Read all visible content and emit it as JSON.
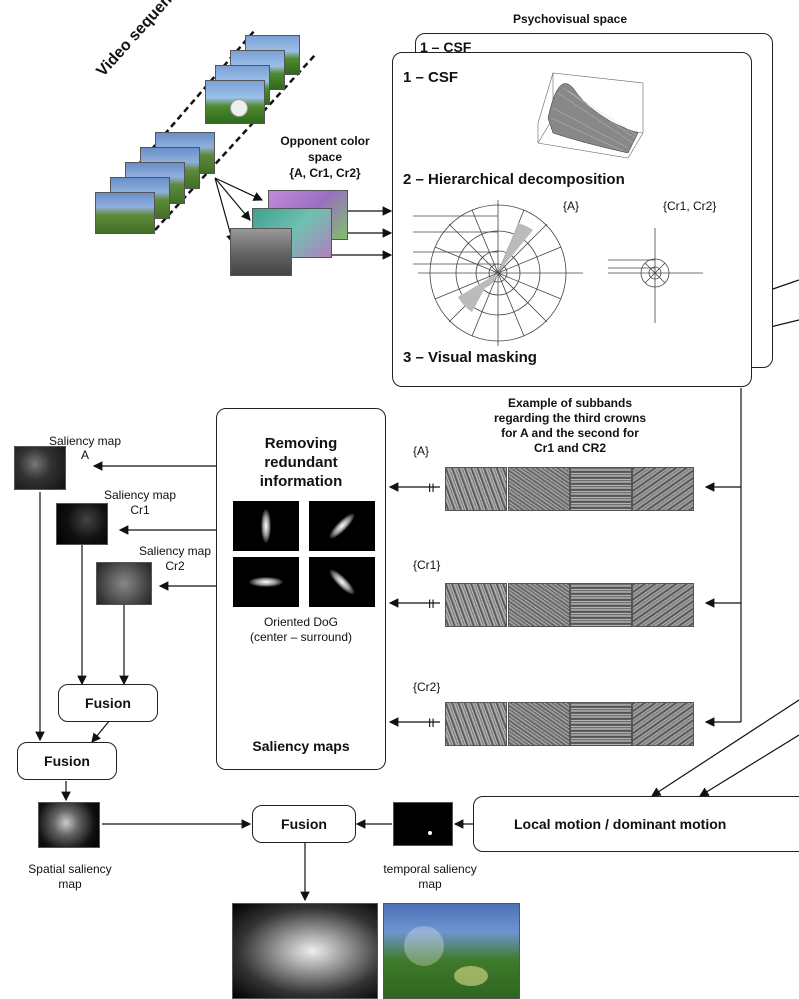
{
  "psychovisual": {
    "title": "Psychovisual space",
    "back_label": "1 – CSF",
    "csf_label": "1 – CSF",
    "hier_label": "2 – Hierarchical decomposition",
    "masking_label": "3 – Visual masking",
    "set_a": "{A}",
    "set_cr": "{Cr1, Cr2}"
  },
  "video_sequence": "Video sequence",
  "opponent_color": [
    "Opponent color",
    "space",
    "{A, Cr1, Cr2}"
  ],
  "subbands": {
    "caption": [
      "Example of subbands",
      "regarding the third crowns",
      "for A and the second for",
      "Cr1 and CR2"
    ],
    "rows": [
      {
        "set": "{A}",
        "crown": "II"
      },
      {
        "set": "{Cr1}",
        "crown": "II"
      },
      {
        "set": "{Cr2}",
        "crown": "II"
      }
    ]
  },
  "removing": {
    "title": [
      "Removing",
      "redundant",
      "information"
    ],
    "dog_label": [
      "Oriented DoG",
      "(center – surround)"
    ],
    "saliency_maps": "Saliency maps"
  },
  "saliency": {
    "a": [
      "Saliency map",
      "A"
    ],
    "cr1": [
      "Saliency map",
      "Cr1"
    ],
    "cr2": [
      "Saliency map",
      "Cr2"
    ]
  },
  "fusion": {
    "f1": "Fusion",
    "f2": "Fusion",
    "f3": "Fusion"
  },
  "spatial_label": [
    "Spatial saliency",
    "map"
  ],
  "temporal_label": [
    "temporal saliency",
    "map"
  ],
  "motion_label": "Local motion / dominant motion"
}
